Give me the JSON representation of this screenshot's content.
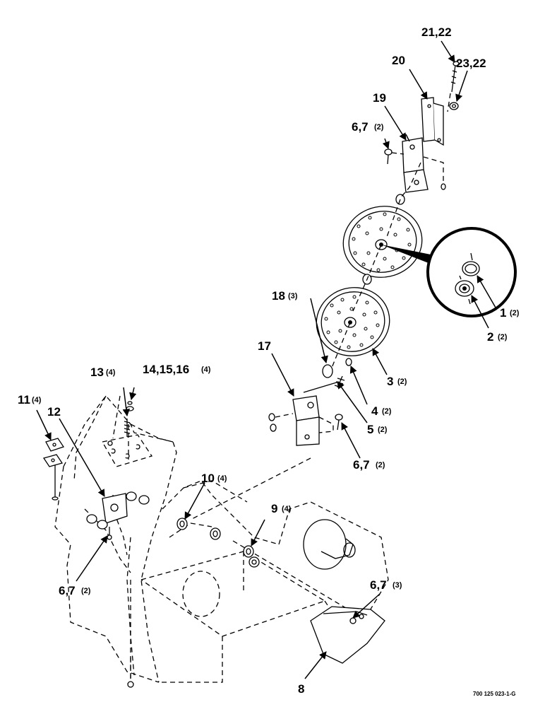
{
  "labels": {
    "l1": "1",
    "l1q": "(2)",
    "l2": "2",
    "l2q": "(2)",
    "l3": "3",
    "l3q": "(2)",
    "l4": "4",
    "l4q": "(2)",
    "l5": "5",
    "l5q": "(2)",
    "l67a": "6,7",
    "l67aq": "(2)",
    "l67b": "6,7",
    "l67bq": "(2)",
    "l67c": "6,7",
    "l67cq": "(2)",
    "l67d": "6,7",
    "l67dq": "(3)",
    "l8": "8",
    "l9": "9",
    "l9q": "(4)",
    "l10": "10",
    "l10q": "(4)",
    "l11": "11",
    "l11q": "(4)",
    "l12": "12",
    "l13": "13",
    "l13q": "(4)",
    "l14": "14,15,16",
    "l14q": "(4)",
    "l17": "17",
    "l18": "18",
    "l18q": "(3)",
    "l19": "19",
    "l20": "20",
    "l2122": "21,22",
    "l2322": "23,22"
  },
  "drawing_number": "700 125 023-1-G"
}
